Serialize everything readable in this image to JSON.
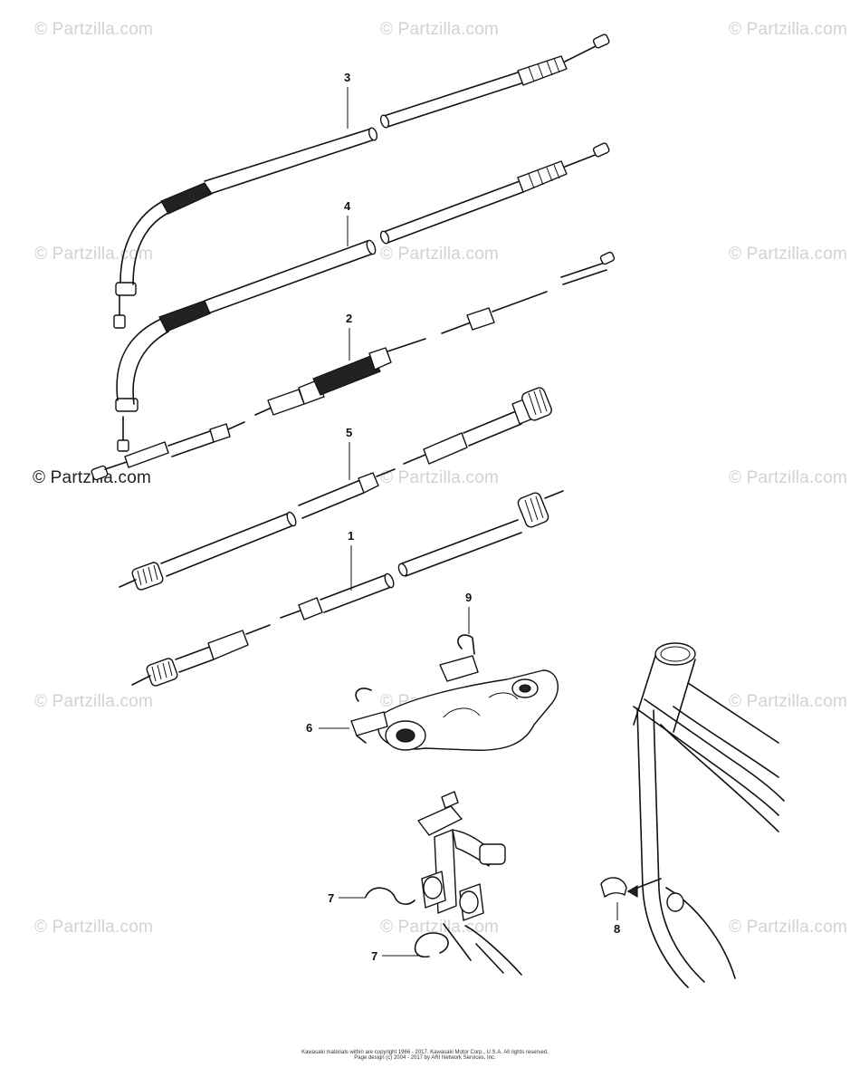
{
  "watermark": "© Partzilla.com",
  "callouts": {
    "c1": "1",
    "c2": "2",
    "c3": "3",
    "c4": "4",
    "c5": "5",
    "c6": "6",
    "c7a": "7",
    "c7b": "7",
    "c8": "8",
    "c9": "9"
  },
  "footer": {
    "line1": "Kawasaki materials within are copyright 1966 - 2017. Kawasaki Motor Corp., U.S.A. All rights reserved.",
    "line2": "Page design (c) 2004 - 2017 by ARI Network Services, Inc."
  }
}
